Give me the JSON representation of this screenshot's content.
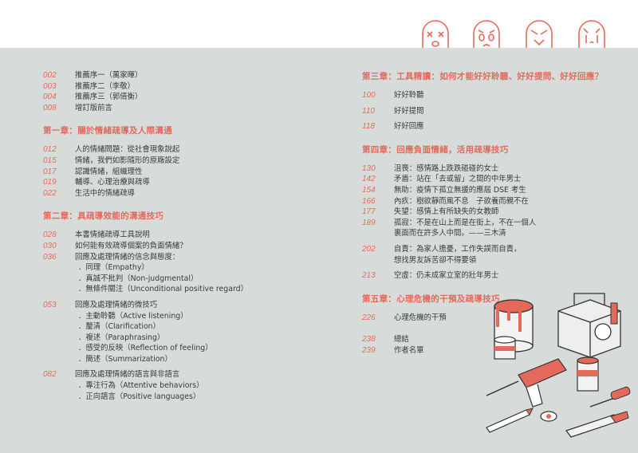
{
  "left": {
    "front": [
      {
        "num": "002",
        "text": "推薦序一（萬家暉）"
      },
      {
        "num": "003",
        "text": "推薦序二（李敬）"
      },
      {
        "num": "004",
        "text": "推薦序三（郭倩衡）"
      },
      {
        "num": "008",
        "text": "增訂版前言"
      }
    ],
    "ch1": {
      "title": "第一章：關於情緒疏導及人際溝通",
      "items": [
        {
          "num": "012",
          "text": "人的情緒問題：從社會現象說起"
        },
        {
          "num": "015",
          "text": "情緒，我們如影隨形的原廠設定"
        },
        {
          "num": "017",
          "text": "認識情緒，組織理性"
        },
        {
          "num": "019",
          "text": "輔導、心理治療與疏導"
        },
        {
          "num": "022",
          "text": "生活中的情緒疏導"
        }
      ]
    },
    "ch2": {
      "title": "第二章：具疏導效能的溝通技巧",
      "items": [
        {
          "num": "028",
          "text": "本書情緒疏導工具說明"
        },
        {
          "num": "030",
          "text": "如何能有效疏導個案的負面情緒？"
        },
        {
          "num": "036",
          "text": "回應及處理情緒的信念與態度："
        }
      ],
      "sub1": [
        "．同理（Empathy）",
        "．真誠不批判（Non-judgmental）",
        "．無條件關注（Unconditional positive regard）"
      ],
      "item053": {
        "num": "053",
        "text": "回應及處理情緒的微技巧"
      },
      "sub2": [
        "．主動聆聽（Active listening）",
        "．釐清（Clarification）",
        "．複述（Paraphrasing）",
        "．感受的反映（Reflection of feeling）",
        "．簡述（Summarization）"
      ],
      "item082": {
        "num": "082",
        "text": "回應及處理情緒的語言與非語言"
      },
      "sub3": [
        "．專注行為（Attentive behaviors）",
        "．正向語言（Positive languages）"
      ]
    }
  },
  "right": {
    "ch3": {
      "title": "第三章：工具精讀：如何才能好好聆聽、好好提問、好好回應？",
      "items": [
        {
          "num": "100",
          "text": "好好聆聽"
        },
        {
          "num": "110",
          "text": "好好提問"
        },
        {
          "num": "118",
          "text": "好好回應"
        }
      ]
    },
    "ch4": {
      "title": "第四章：回應負面情緒，活用疏導技巧",
      "items": [
        {
          "num": "130",
          "text": "沮喪：感情路上跌跌碰碰的女士"
        },
        {
          "num": "142",
          "text": "矛盾：站在「去或留」之間的中年男士"
        },
        {
          "num": "154",
          "text": "無助：疫情下孤立無援的應屆 DSE 考生"
        },
        {
          "num": "166",
          "text": "內疚：樹欲靜而風不息　子欲養而親不在"
        },
        {
          "num": "177",
          "text": "失望：感情上有所缺失的女教師"
        },
        {
          "num": "189",
          "text": "孤寂：不是在山上而是在街上，不在一個人"
        },
        {
          "num": "",
          "text": "裏面而在許多人中間。——三木清"
        },
        {
          "num": "202",
          "text": "自責：為家人擔憂，工作失誤而自責，"
        },
        {
          "num": "",
          "text": "想找男友訴苦卻不得要領"
        },
        {
          "num": "213",
          "text": "空虛：仍未成家立室的壯年男士"
        }
      ]
    },
    "ch5": {
      "title": "第五章：心理危機的干預及疏導技巧",
      "items": [
        {
          "num": "226",
          "text": "心理危機的干預"
        }
      ]
    },
    "end": [
      {
        "num": "238",
        "text": "總結"
      },
      {
        "num": "239",
        "text": "作者名單"
      }
    ]
  },
  "colors": {
    "accent": "#e36a5a",
    "background": "#d7dcdb",
    "text": "#3a3a3a"
  },
  "icons": [
    "dizzy-face-icon",
    "sad-face-icon",
    "angry-face-icon",
    "crying-face-icon",
    "toolbox-illustration"
  ]
}
